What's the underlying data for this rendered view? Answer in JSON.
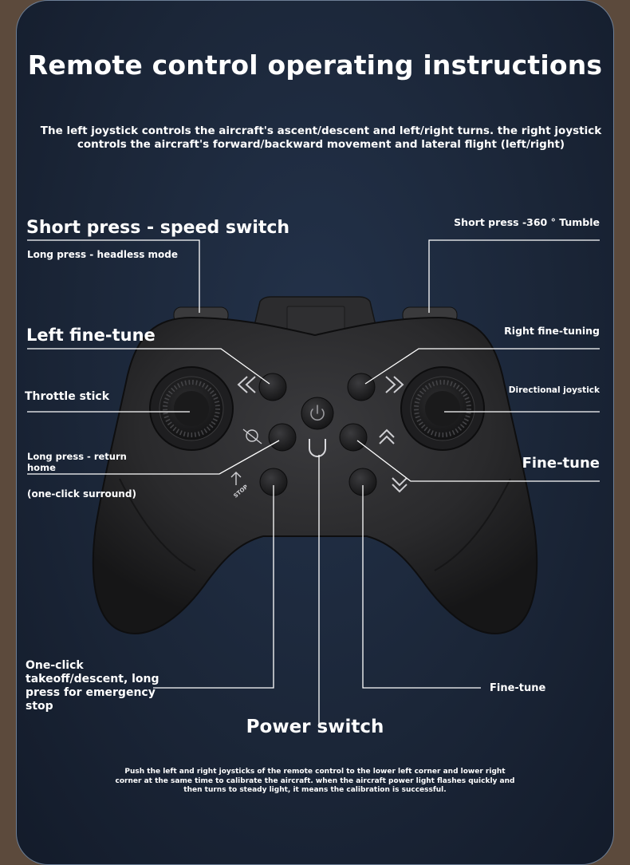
{
  "title": "Remote control operating instructions",
  "intro": "The left joystick controls the aircraft's ascent/descent and left/right turns. the right joystick controls the aircraft's forward/backward movement and lateral flight (left/right)",
  "labels": {
    "speed_switch": "Short press - speed switch",
    "headless_mode": "Long press - headless mode",
    "tumble": "Short press -360 ° Tumble",
    "left_fine_tune": "Left fine-tune",
    "right_fine_tuning": "Right fine-tuning",
    "throttle_stick": "Throttle stick",
    "directional_joystick": "Directional joystick",
    "return_home": "Long press - return home",
    "fine_tune_right": "Fine-tune",
    "one_click_surround": "(one-click surround)",
    "takeoff_descent": "One-click takeoff/descent, long press for emergency stop",
    "fine_tune_bottom": "Fine-tune",
    "power_switch": "Power switch"
  },
  "note": "Push the left and right joysticks of the remote control to the lower left corner and lower right corner at the same time to calibrate the aircraft. when the aircraft power light flashes quickly and then turns to steady light, it means the calibration is successful.",
  "icon_text": {
    "stop": "STOP"
  },
  "colors": {
    "background": "#1b2638",
    "controller": "#2a2a2c",
    "leader_line": "#ffffff",
    "text": "#ffffff"
  }
}
